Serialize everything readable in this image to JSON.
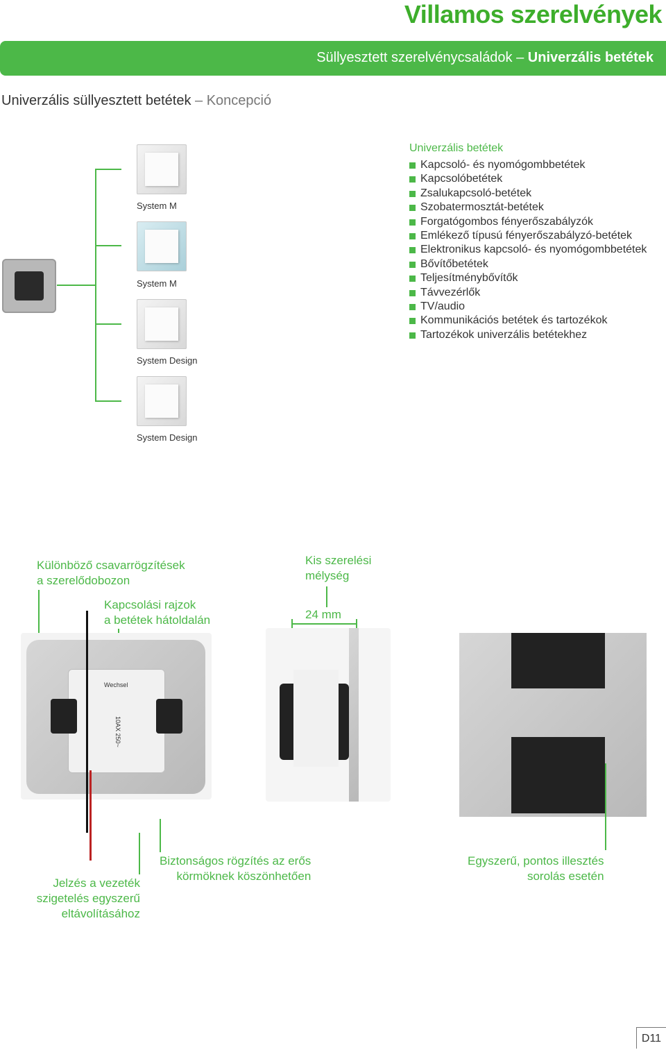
{
  "header": {
    "title": "Villamos szerelvények",
    "band_normal": "Süllyesztett szerelvénycsaládok – ",
    "band_bold": "Univerzális betétek"
  },
  "section": {
    "heading_main": "Univerzális süllyesztett betétek",
    "heading_sep": " – ",
    "heading_light": "Koncepció"
  },
  "systems": [
    {
      "label": "System M"
    },
    {
      "label": "System M"
    },
    {
      "label": "System Design"
    },
    {
      "label": "System Design"
    }
  ],
  "inserts_list": {
    "title": "Univerzális betétek",
    "items": [
      "Kapcsoló- és nyomógombbetétek",
      "Kapcsolóbetétek",
      "Zsalukapcsoló-betétek",
      "Szobatermosztát-betétek",
      "Forgatógombos fényerőszabályzók",
      "Emlékező típusú fényerőszabályzó-betétek",
      "Elektronikus kapcsoló- és nyomógombbetétek",
      "Bővítőbetétek",
      "Teljesítménybővítők",
      "Távvezérlők",
      "TV/audio",
      "Kommunikációs betétek és tartozékok",
      "Tartozékok univerzális betétekhez"
    ]
  },
  "callouts": {
    "screw_line1": "Különböző csavarrögzítések",
    "screw_line2": "a szerelődobozon",
    "diagram_line1": "Kapcsolási rajzok",
    "diagram_line2": "a betétek hátoldalán",
    "depth_line1": "Kis szerelési",
    "depth_line2": "mélység",
    "depth_value": "24 mm",
    "strip_line1": "Jelzés a vezeték",
    "strip_line2": "szigetelés egyszerű",
    "strip_line3": "eltávolításához",
    "secure_line1": "Biztonságos rögzítés az erős",
    "secure_line2": "körmöknek köszönhetően",
    "align_line1": "Egyszerű, pontos illesztés",
    "align_line2": "sorolás esetén"
  },
  "photo_text": {
    "wechsel": "Wechsel",
    "rating": "10AX 250~"
  },
  "footer": {
    "page": "D11"
  },
  "colors": {
    "brand_green": "#4cb848",
    "title_green": "#3dae2b"
  }
}
